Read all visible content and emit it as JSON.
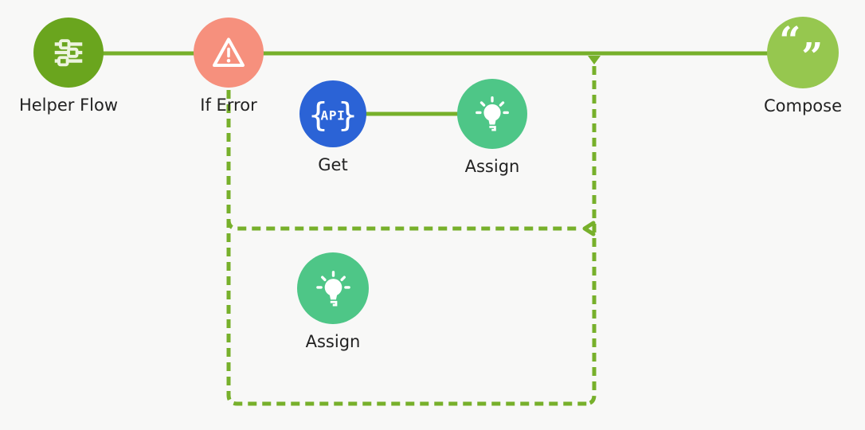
{
  "diagram": {
    "background_color": "#f8f8f7",
    "connector_color": "#77b02b",
    "nodes": [
      {
        "id": "helper-flow",
        "label": "Helper Flow",
        "icon": "sliders-icon",
        "color": "#6aa51e"
      },
      {
        "id": "if-error",
        "label": "If Error",
        "icon": "warning-triangle-icon",
        "color": "#f6907d"
      },
      {
        "id": "get",
        "label": "Get",
        "icon": "api-braces-icon",
        "color": "#2b63d6",
        "icon_brace_left": "{",
        "icon_text": "API",
        "icon_brace_right": "}"
      },
      {
        "id": "assign-1",
        "label": "Assign",
        "icon": "lightbulb-icon",
        "color": "#4ec687"
      },
      {
        "id": "compose",
        "label": "Compose",
        "icon": "quotes-icon",
        "color": "#96c74f",
        "icon_open_quote": "“",
        "icon_close_quote": "”"
      },
      {
        "id": "assign-2",
        "label": "Assign",
        "icon": "lightbulb-icon",
        "color": "#4ec687"
      }
    ],
    "edges": [
      {
        "from": "helper-flow",
        "to": "if-error",
        "style": "solid"
      },
      {
        "from": "if-error",
        "to": "compose",
        "style": "solid"
      },
      {
        "from": "get",
        "to": "assign-1",
        "style": "solid"
      }
    ],
    "branches": [
      {
        "id": "error-branch-1",
        "style": "dashed",
        "contains": [
          "get",
          "assign-1"
        ]
      },
      {
        "id": "error-branch-2",
        "style": "dashed",
        "contains": [
          "assign-2"
        ]
      }
    ]
  }
}
